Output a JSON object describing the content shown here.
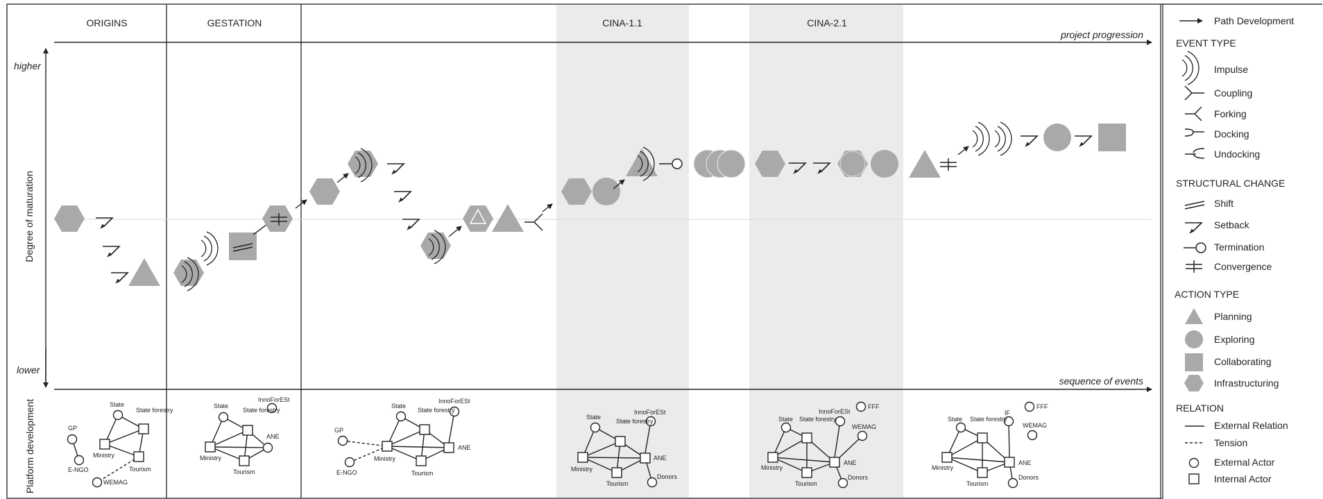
{
  "phases": [
    "ORIGINS",
    "GESTATION",
    "",
    "CINA-1.1",
    "",
    "CINA-2.1",
    ""
  ],
  "axis": {
    "top_caption": "project progression",
    "bottom_caption": "sequence of events",
    "y_label": "Degree of maturation",
    "y_high": "higher",
    "y_low": "lower",
    "platform_label": "Platform development"
  },
  "networks": [
    {
      "labels": [
        "GP",
        "E-NGO",
        "State",
        "State forestry",
        "Ministry",
        "Tourism",
        "WEMAG"
      ]
    },
    {
      "labels": [
        "State",
        "State forestry",
        "InnoForESt",
        "Ministry",
        "ANE",
        "Tourism"
      ]
    },
    {
      "labels": [
        "GP",
        "State",
        "State forestry",
        "InnoForESt",
        "Ministry",
        "ANE",
        "E-NGO",
        "Tourism"
      ]
    },
    {
      "labels": [
        "State",
        "State forestry",
        "InnoForESt",
        "Ministry",
        "ANE",
        "Tourism",
        "Donors"
      ]
    },
    {
      "labels": [
        "State",
        "State forestry",
        "InnoForESt",
        "FFF",
        "WEMAG",
        "Ministry",
        "ANE",
        "Tourism",
        "Donors"
      ]
    },
    {
      "labels": [
        "State",
        "State forestry",
        "IF",
        "FFF",
        "WEMAG",
        "Ministry",
        "ANE",
        "Tourism",
        "Donors"
      ]
    }
  ],
  "legend": {
    "path_development": "Path Development",
    "event_type": {
      "title": "EVENT TYPE",
      "items": [
        "Impulse",
        "Coupling",
        "Forking",
        "Docking",
        "Undocking"
      ]
    },
    "structural_change": {
      "title": "STRUCTURAL CHANGE",
      "items": [
        "Shift",
        "Setback",
        "Termination",
        "Convergence"
      ]
    },
    "action_type": {
      "title": "ACTION TYPE",
      "items": [
        "Planning",
        "Exploring",
        "Collaborating",
        "Infrastructuring"
      ]
    },
    "relation": {
      "title": "RELATION",
      "items": [
        "External Relation",
        "Tension",
        "External Actor",
        "Internal Actor"
      ]
    }
  },
  "colors": {
    "shape_fill": "#a9a9a9",
    "phase_shade": "#ebebeb",
    "line": "#222222"
  }
}
